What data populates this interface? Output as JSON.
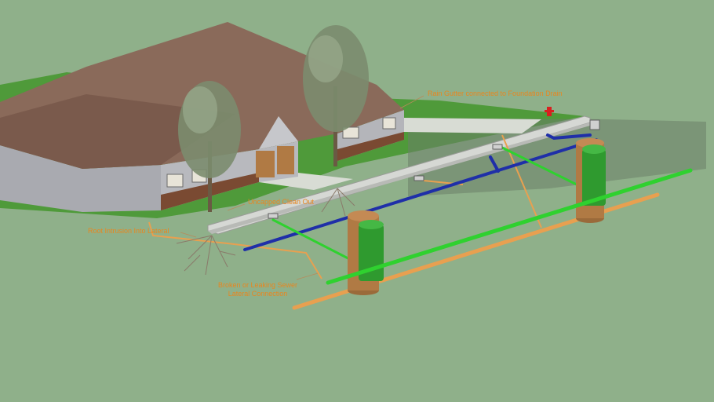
{
  "annotations": {
    "rain_gutter": "Rain Gutter connected to Foundation Drain",
    "uncapped_clean_out": "Uncapped Clean Out",
    "root_intrusion": "Root Intrusion Into Lateral",
    "broken_lateral_line1": "Broken or Leaking Sewer",
    "broken_lateral_line2": "Lateral Connection"
  },
  "colors": {
    "ground": "#8fb08a",
    "lawn": "#4f9a3a",
    "roof": "#8a6a5a",
    "siding": "#a9aab0",
    "garage_door": "#b07a44",
    "sewer_main_green": "#2fd12f",
    "storm_pipe_blue": "#1f2fa8",
    "lateral_orange": "#e8a050",
    "manhole_green": "#2f9a2f",
    "manhole_brown": "#b07a44",
    "annotation_text": "#e8861f",
    "hydrant": "#d82020"
  }
}
